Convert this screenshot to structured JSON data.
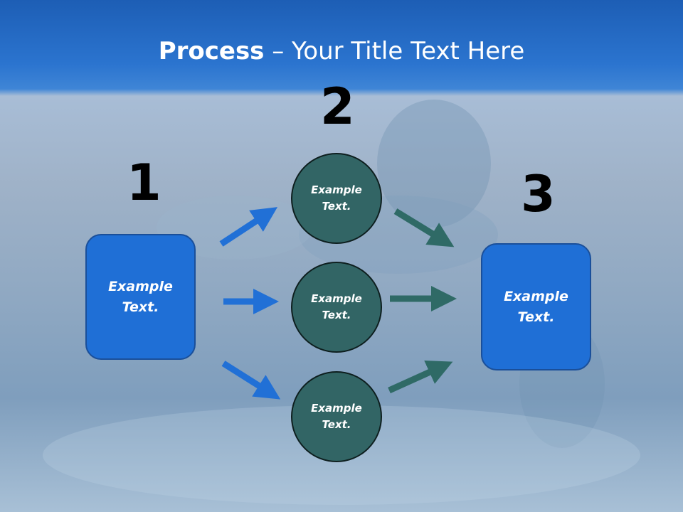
{
  "title": {
    "bold": "Process",
    "rest": " – Your Title Text Here"
  },
  "steps": {
    "step1": {
      "number": "1",
      "text": "Example Text."
    },
    "step2": {
      "number": "2"
    },
    "step3": {
      "number": "3",
      "text": "Example Text."
    }
  },
  "circles": [
    {
      "text": "Example Text."
    },
    {
      "text": "Example Text."
    },
    {
      "text": "Example Text."
    }
  ],
  "colors": {
    "box_fill": "#1f6fd6",
    "circle_fill": "#326565",
    "blue_arrow": "#2170d6",
    "teal_arrow": "#2f6a66"
  }
}
